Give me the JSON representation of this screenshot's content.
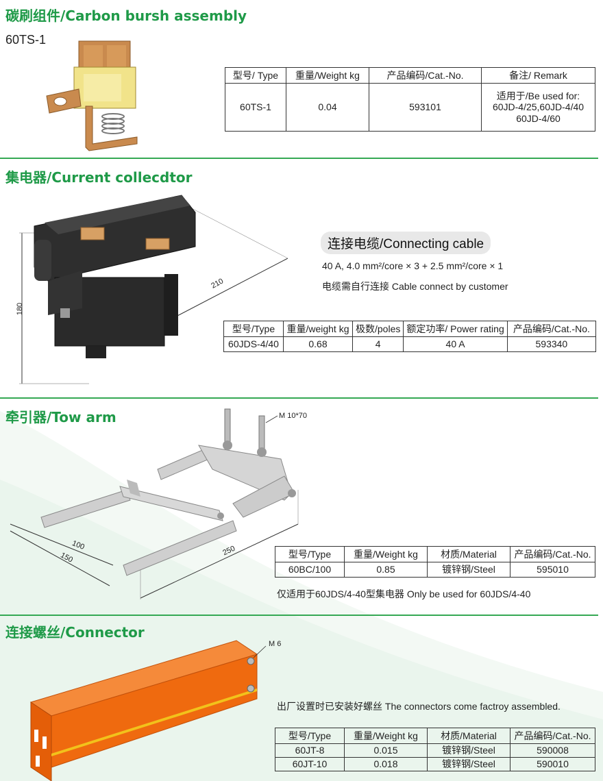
{
  "sections": {
    "carbon": {
      "title": "碳刷组件/Carbon bursh assembly",
      "model": "60TS-1",
      "headers": [
        "型号/ Type",
        "重量/Weight kg",
        "产品编码/Cat.-No.",
        "备注/ Remark"
      ],
      "row": [
        "60TS-1",
        "0.04",
        "593101"
      ],
      "remark": [
        "适用于/Be used for:",
        "60JD-4/25,60JD-4/40",
        "60JD-4/60"
      ]
    },
    "collector": {
      "title": "集电器/Current collecdtor",
      "cable_label": "连接电缆/Connecting cable",
      "cable_spec": "40 A, 4.0 mm²/core × 3 + 2.5 mm²/core × 1",
      "cable_note": "电缆需自行连接    Cable connect by customer",
      "dim_height": "180",
      "dim_length": "210",
      "headers": [
        "型号/Type",
        "重量/weight kg",
        "极数/poles",
        "额定功率/ Power rating",
        "产品编码/Cat.-No."
      ],
      "row": [
        "60JDS-4/40",
        "0.68",
        "4",
        "40 A",
        "593340"
      ]
    },
    "tow": {
      "title": "牵引器/Tow arm",
      "bolt": "M 10*70",
      "dim_100": "100",
      "dim_150": "150",
      "dim_250": "250",
      "headers": [
        "型号/Type",
        "重量/Weight kg",
        "材质/Material",
        "产品编码/Cat.-No."
      ],
      "row": [
        "60BC/100",
        "0.85",
        "镀锌钢/Steel",
        "595010"
      ],
      "note": "仅适用于60JDS/4-40型集电器    Only be used for 60JDS/4-40"
    },
    "connector": {
      "title": "连接螺丝/Connector",
      "bolt": "M 6",
      "note": "出厂设置时已安装好螺丝    The connectors come factroy assembled.",
      "headers": [
        "型号/Type",
        "重量/Weight kg",
        "材质/Material",
        "产品编码/Cat.-No."
      ],
      "rows": [
        [
          "60JT-8",
          "0.015",
          "镀锌钢/Steel",
          "590008"
        ],
        [
          "60JT-10",
          "0.018",
          "镀锌钢/Steel",
          "590010"
        ]
      ]
    }
  },
  "colors": {
    "accent": "#1f9a48",
    "rule": "#34a853",
    "copper": "#c98a4e",
    "orange": "#ef6a0f"
  }
}
